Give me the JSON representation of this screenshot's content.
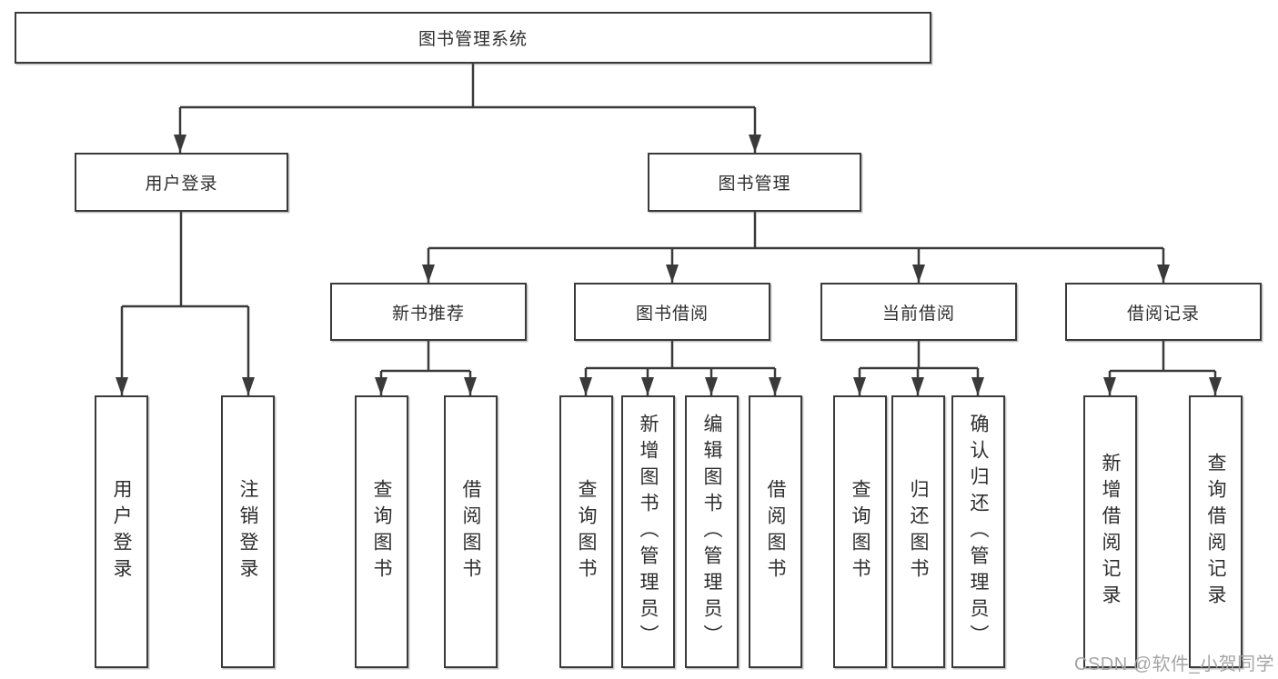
{
  "nodes": {
    "root": {
      "label": "图书管理系统"
    },
    "level2": {
      "user_login": {
        "label": "用户登录"
      },
      "book_management": {
        "label": "图书管理"
      }
    },
    "level3": {
      "new_book_recommend": {
        "label": "新书推荐"
      },
      "book_borrowing": {
        "label": "图书借阅"
      },
      "current_borrowing": {
        "label": "当前借阅"
      },
      "borrowing_records": {
        "label": "借阅记录"
      }
    },
    "level4": {
      "user_login_children": [
        {
          "label": "用户登录"
        },
        {
          "label": "注销登录"
        }
      ],
      "new_book_children": [
        {
          "label": "查询图书"
        },
        {
          "label": "借阅图书"
        }
      ],
      "book_borrowing_children": [
        {
          "label": "查询图书"
        },
        {
          "label": "新增图书（管理员）"
        },
        {
          "label": "编辑图书（管理员）"
        },
        {
          "label": "借阅图书"
        }
      ],
      "current_borrowing_children": [
        {
          "label": "查询图书"
        },
        {
          "label": "归还图书"
        },
        {
          "label": "确认归还（管理员）"
        }
      ],
      "borrowing_records_children": [
        {
          "label": "新增借阅记录"
        },
        {
          "label": "查询借阅记录"
        }
      ]
    }
  },
  "watermark": {
    "text": "CSDN @软件_小贺同学"
  },
  "colors": {
    "line": "#3a3a3a",
    "box_border": "#3a3a3a",
    "box_background": "#ffffff",
    "label_text": "#2e2e2e",
    "watermark_text": "#a5a5a5"
  }
}
